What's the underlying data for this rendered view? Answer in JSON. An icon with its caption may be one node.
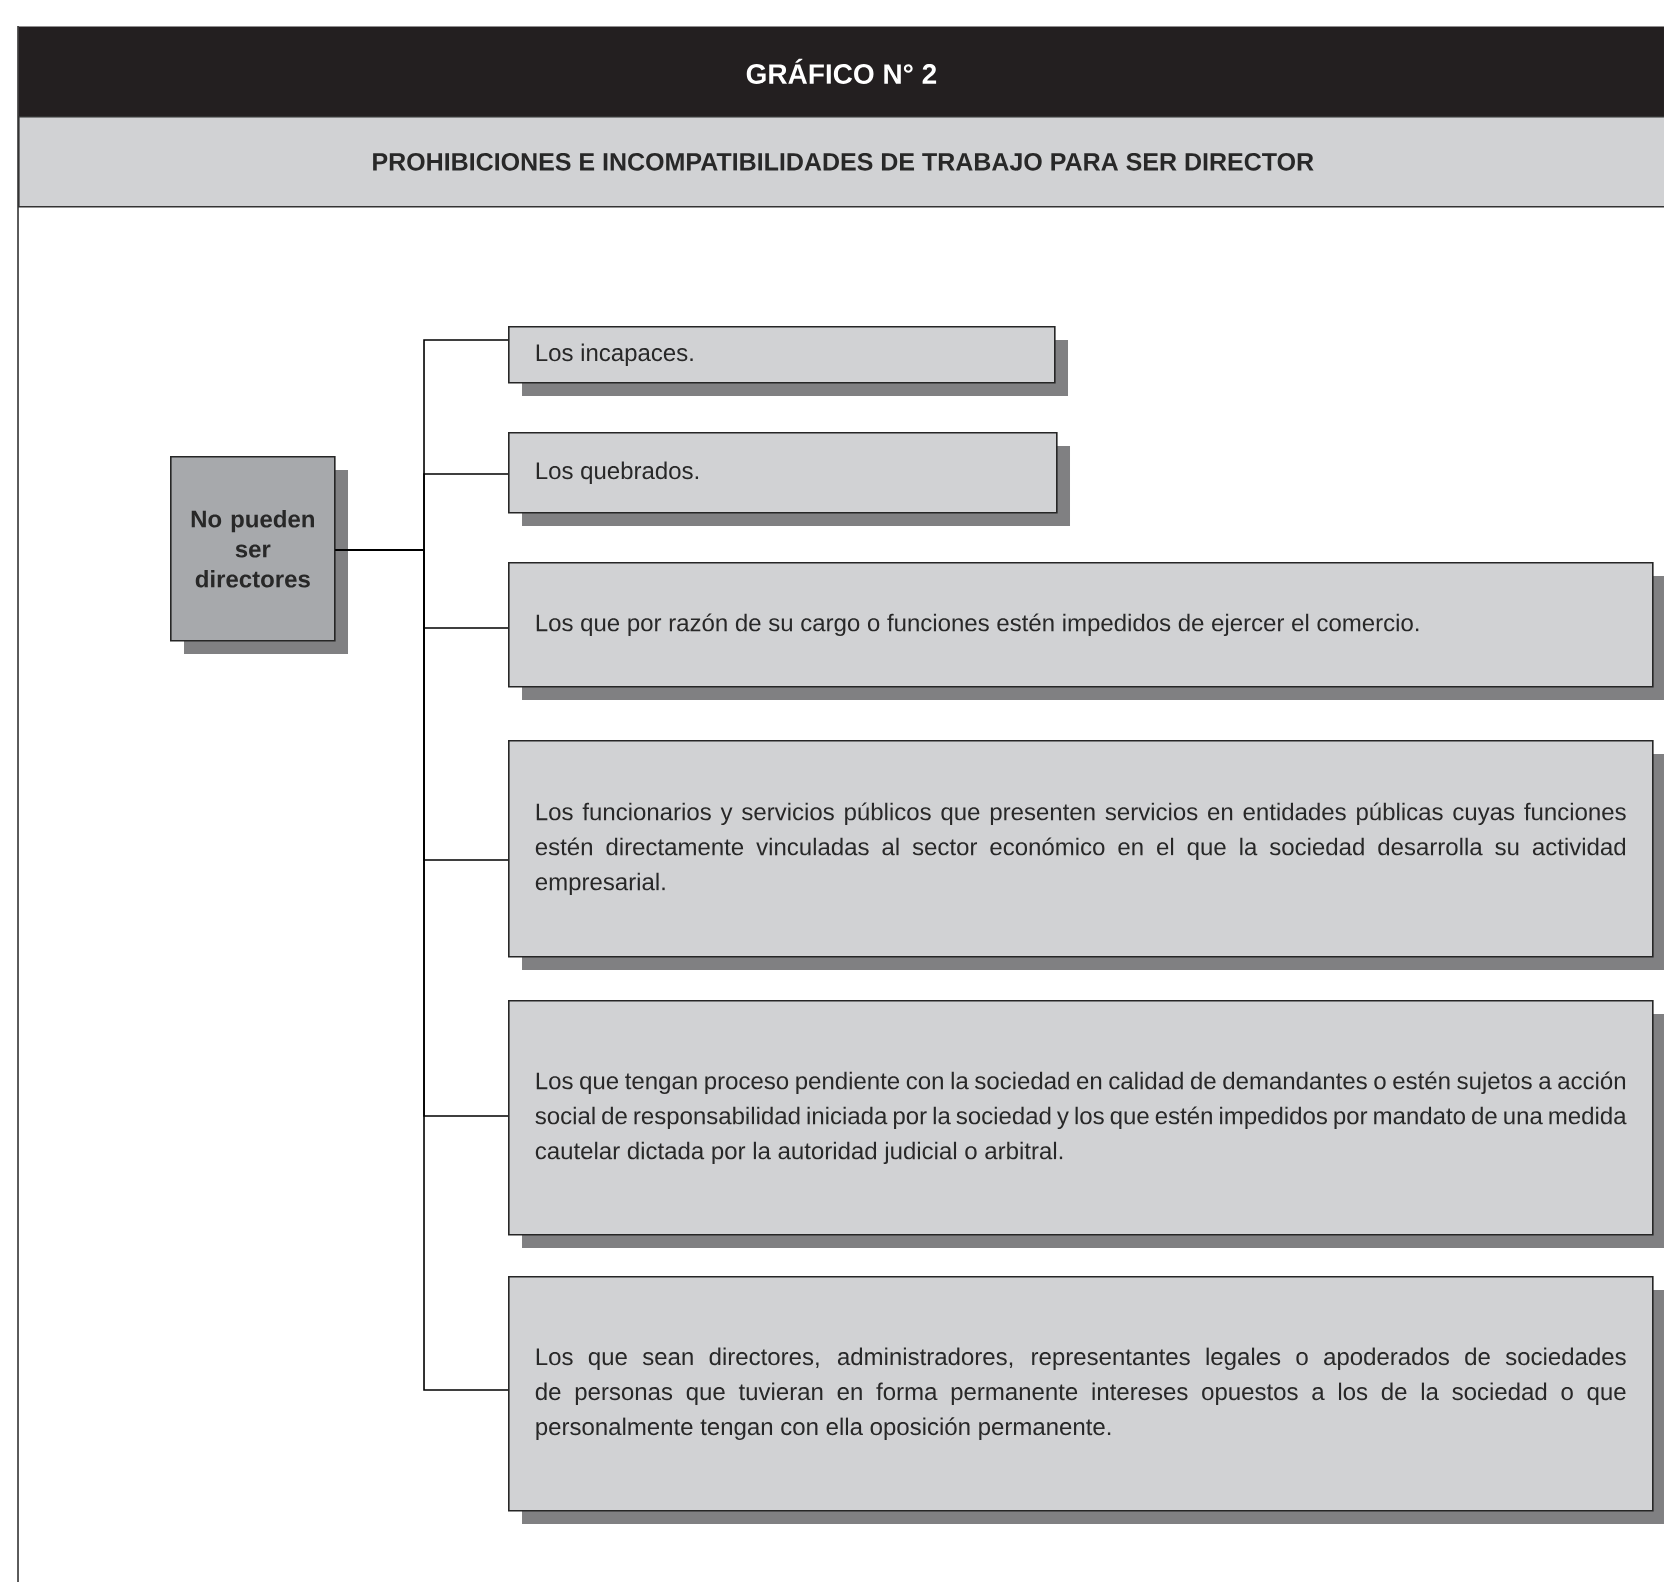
{
  "diagram": {
    "title": "GRÁFICO N° 2",
    "labels": [
      "PROHIBICIONES E INCOMPATIBILIDADES DE TRABAJO PARA SER DIRECTOR"
    ],
    "nodes": [
      {
        "text": [
          "No pueden ser directores"
        ]
      },
      {
        "text": [
          "Los incapaces."
        ]
      },
      {
        "text": [
          "Los quebrados."
        ]
      },
      {
        "text": [
          "Los que por razón de su cargo o funciones estén impedidos de ejercer el comercio."
        ]
      },
      {
        "text": [
          "Los funcionarios y servicios públicos que presenten servicios en entidades públicas cuyas funciones estén directamente vinculadas al sector económico en el que la sociedad desarrolla su actividad empresarial."
        ]
      },
      {
        "text": [
          "Los que tengan proceso pendiente con la sociedad en calidad de demandantes o estén sujetos a acción social de responsabilidad iniciada por la sociedad y los que estén impedidos por mandato de una medida cautelar dictada por la autoridad judicial o arbitral."
        ]
      },
      {
        "text": [
          "Los que sean directores, administradores, representantes legales o apoderados de sociedades de personas que tuvieran en forma permanente intereses opuestos a los de la sociedad o que personalmente tengan con ella oposición permanente."
        ]
      }
    ],
    "edges": [
      {
        "from": 0,
        "to": 1,
        "arrow": "none"
      },
      {
        "from": 0,
        "to": 2,
        "arrow": "none"
      },
      {
        "from": 0,
        "to": 3,
        "arrow": "none"
      },
      {
        "from": 0,
        "to": 4,
        "arrow": "none"
      },
      {
        "from": 0,
        "to": 5,
        "arrow": "none"
      },
      {
        "from": 0,
        "to": 6,
        "arrow": "none"
      }
    ]
  }
}
